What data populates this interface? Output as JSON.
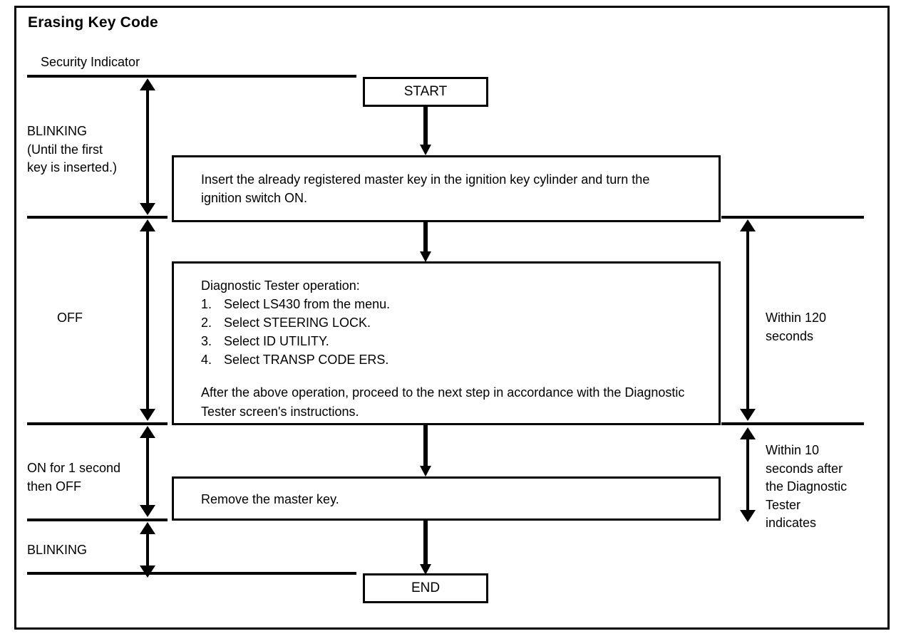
{
  "diagram": {
    "title": "Erasing Key Code",
    "left_column_header": "Security Indicator"
  },
  "security_indicator_states": [
    {
      "id": "blinking-first",
      "label": "BLINKING\n(Until the first\nkey is inserted.)"
    },
    {
      "id": "off",
      "label": "OFF"
    },
    {
      "id": "on-then-off",
      "label": "ON for 1 second\nthen OFF"
    },
    {
      "id": "blinking-end",
      "label": "BLINKING"
    }
  ],
  "flow": {
    "start_label": "START",
    "end_label": "END",
    "step1": "Insert the already registered master key in the ignition key cylinder and turn the ignition switch ON.",
    "step2": {
      "heading": "Diagnostic Tester operation:",
      "items": [
        {
          "num": "1.",
          "text": "Select LS430 from the menu."
        },
        {
          "num": "2.",
          "text": "Select STEERING LOCK."
        },
        {
          "num": "3.",
          "text": "Select ID UTILITY."
        },
        {
          "num": "4.",
          "text": "Select TRANSP CODE ERS."
        }
      ],
      "note": "After the above operation, proceed to the next step in accordance with the Diagnostic Tester screen's instructions."
    },
    "step3": "Remove the master key."
  },
  "timing_notes": [
    {
      "id": "within-120",
      "label": "Within 120\nseconds"
    },
    {
      "id": "within-10",
      "label": "Within 10\nseconds after\nthe Diagnostic\nTester\nindicates"
    }
  ],
  "colors": {
    "ink": "#000000",
    "paper": "#ffffff"
  }
}
